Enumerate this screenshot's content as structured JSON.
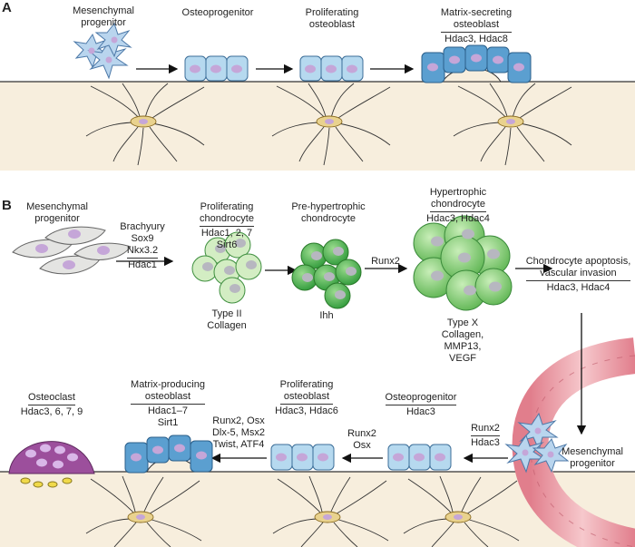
{
  "panel_a": {
    "letter": "A",
    "stages": [
      {
        "lines": [
          "Mesenchymal",
          "progenitor"
        ]
      },
      {
        "lines": [
          "Osteoprogenitor"
        ]
      },
      {
        "lines": [
          "Proliferating",
          "osteoblast"
        ]
      },
      {
        "lines": [
          "Matrix-secreting",
          "osteoblast"
        ],
        "hdac": "Hdac3, Hdac8"
      }
    ]
  },
  "panel_b": {
    "letter": "B",
    "mes_prog": [
      "Mesenchymal",
      "progenitor"
    ],
    "tf1": [
      "Brachyury",
      "Sox9",
      "Nkx3.2"
    ],
    "tf1_hdac": "Hdac1",
    "prolif_chondro": {
      "lines": [
        "Proliferating",
        "chondrocyte"
      ],
      "hdac": [
        "Hdac1, 2, 7",
        "Sirt6"
      ],
      "below": [
        "Type II",
        "Collagen"
      ]
    },
    "prehyp": {
      "lines": [
        "Pre-hypertrophic",
        "chondrocyte"
      ],
      "below": "Ihh"
    },
    "runx2_arrow": "Runx2",
    "hyp": {
      "lines": [
        "Hypertrophic",
        "chondrocyte"
      ],
      "hdac": "Hdac3, Hdac4",
      "below": [
        "Type X",
        "Collagen,",
        "MMP13,",
        "VEGF"
      ]
    },
    "apoptosis": {
      "lines": [
        "Chondrocyte apoptosis,",
        "vascular invasion"
      ],
      "hdac": "Hdac3, Hdac4"
    },
    "mes_prog2": [
      "Mesenchymal",
      "progenitor"
    ],
    "runx2_hdac3": {
      "tf": "Runx2",
      "hdac": "Hdac3"
    },
    "osteoprog": {
      "lines": [
        "Osteoprogenitor"
      ],
      "hdac": "Hdac3"
    },
    "runx2_osx": [
      "Runx2",
      "Osx"
    ],
    "prolif_ob": {
      "lines": [
        "Proliferating",
        "osteoblast"
      ],
      "hdac": "Hdac3, Hdac6"
    },
    "tf_list": [
      "Runx2, Osx",
      "Dlx-5, Msx2",
      "Twist, ATF4"
    ],
    "matrix_ob": {
      "lines": [
        "Matrix-producing",
        "osteoblast"
      ],
      "hdac": [
        "Hdac1–7",
        "Sirt1"
      ]
    },
    "osteoclast": {
      "lines": [
        "Osteoclast"
      ],
      "hdac": "Hdac3, 6, 7, 9"
    }
  },
  "colors": {
    "bone": "#f7eedd",
    "blue_cell": "#a9d6ee",
    "blue_dark": "#3f8fc8",
    "green_light": "#d3edc3",
    "green_mid": "#69bd5f",
    "green_dark": "#2f9a3a",
    "purple": "#9c4f9c",
    "nucleus": "#c5a6d8",
    "vessel": "#e8a0a8"
  }
}
